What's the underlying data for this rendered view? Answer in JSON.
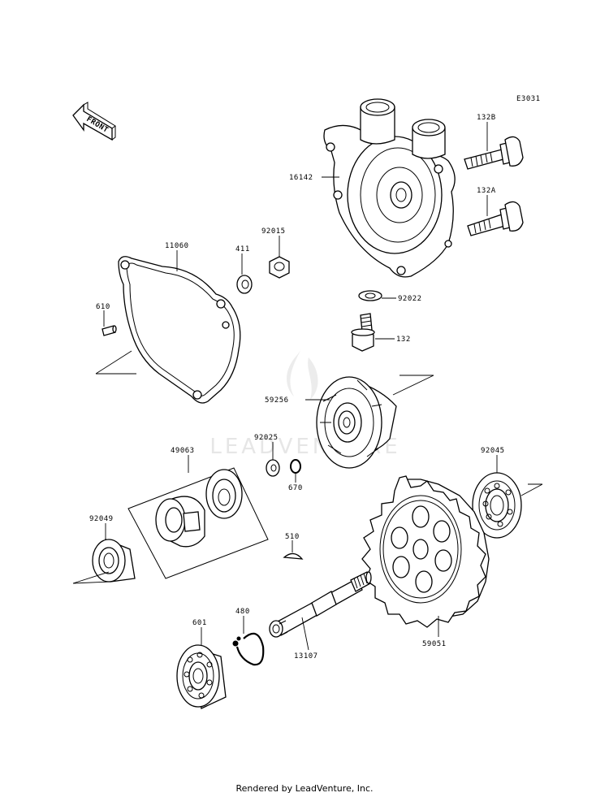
{
  "diagram": {
    "code": "E3031",
    "front_label": "FRONT",
    "watermark": "LEADVENTURE",
    "parts": [
      {
        "id": "p16142",
        "number": "16142",
        "name": "water-pump-cover"
      },
      {
        "id": "p132B",
        "number": "132B",
        "name": "flanged-bolt-long"
      },
      {
        "id": "p132A",
        "number": "132A",
        "name": "flanged-bolt"
      },
      {
        "id": "p11060",
        "number": "11060",
        "name": "pump-cover-gasket"
      },
      {
        "id": "p411",
        "number": "411",
        "name": "washer"
      },
      {
        "id": "p92015",
        "number": "92015",
        "name": "nut"
      },
      {
        "id": "p610",
        "number": "610",
        "name": "dowel-pin"
      },
      {
        "id": "p92022",
        "number": "92022",
        "name": "gasket-washer"
      },
      {
        "id": "p132",
        "number": "132",
        "name": "drain-bolt"
      },
      {
        "id": "p59256",
        "number": "59256",
        "name": "impeller"
      },
      {
        "id": "p92025",
        "number": "92025",
        "name": "small-washer"
      },
      {
        "id": "p670",
        "number": "670",
        "name": "o-ring"
      },
      {
        "id": "p49063",
        "number": "49063",
        "name": "mechanical-seal-set"
      },
      {
        "id": "p92045",
        "number": "92045",
        "name": "ball-bearing-right"
      },
      {
        "id": "p92049",
        "number": "92049",
        "name": "oil-seal"
      },
      {
        "id": "p510",
        "number": "510",
        "name": "woodruff-key"
      },
      {
        "id": "p480",
        "number": "480",
        "name": "circlip"
      },
      {
        "id": "p601",
        "number": "601",
        "name": "ball-bearing-left"
      },
      {
        "id": "p13107",
        "number": "13107",
        "name": "pump-shaft"
      },
      {
        "id": "p59051",
        "number": "59051",
        "name": "pump-gear"
      }
    ]
  },
  "footer": {
    "text": "Rendered by LeadVenture, Inc."
  }
}
